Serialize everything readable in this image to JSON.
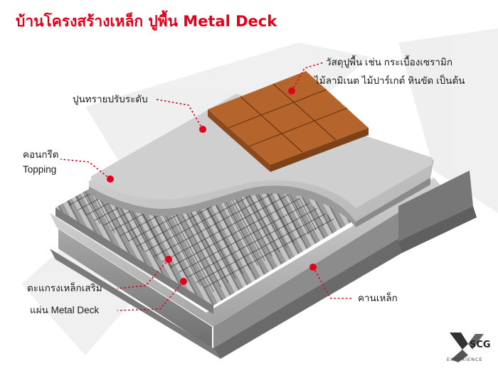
{
  "title": "บ้านโครงสร้างเหล็ก ปูพื้น Metal Deck",
  "labels": {
    "finish": [
      "วัสดุปูพื้น เช่น กระเบื้องเซรามิก",
      "ไม้ลามิเนต ไม้ปาร์เกต์ หินขัด เป็นต้น"
    ],
    "screed": "ปูนทรายปรับระดับ",
    "concrete": [
      "คอนกรีต",
      "Topping"
    ],
    "rebar": "ตะแกรงเหล็กเสริม",
    "deck": "แผ่น Metal Deck",
    "beam": "คานเหล็ก"
  },
  "logo": {
    "brand": "SCG",
    "sub": "EXPERIENCE"
  },
  "colors": {
    "accent": "#e3001b",
    "tile": "#b5642c",
    "concrete": "#bdbdbd",
    "steel": "#8e8e8e"
  }
}
